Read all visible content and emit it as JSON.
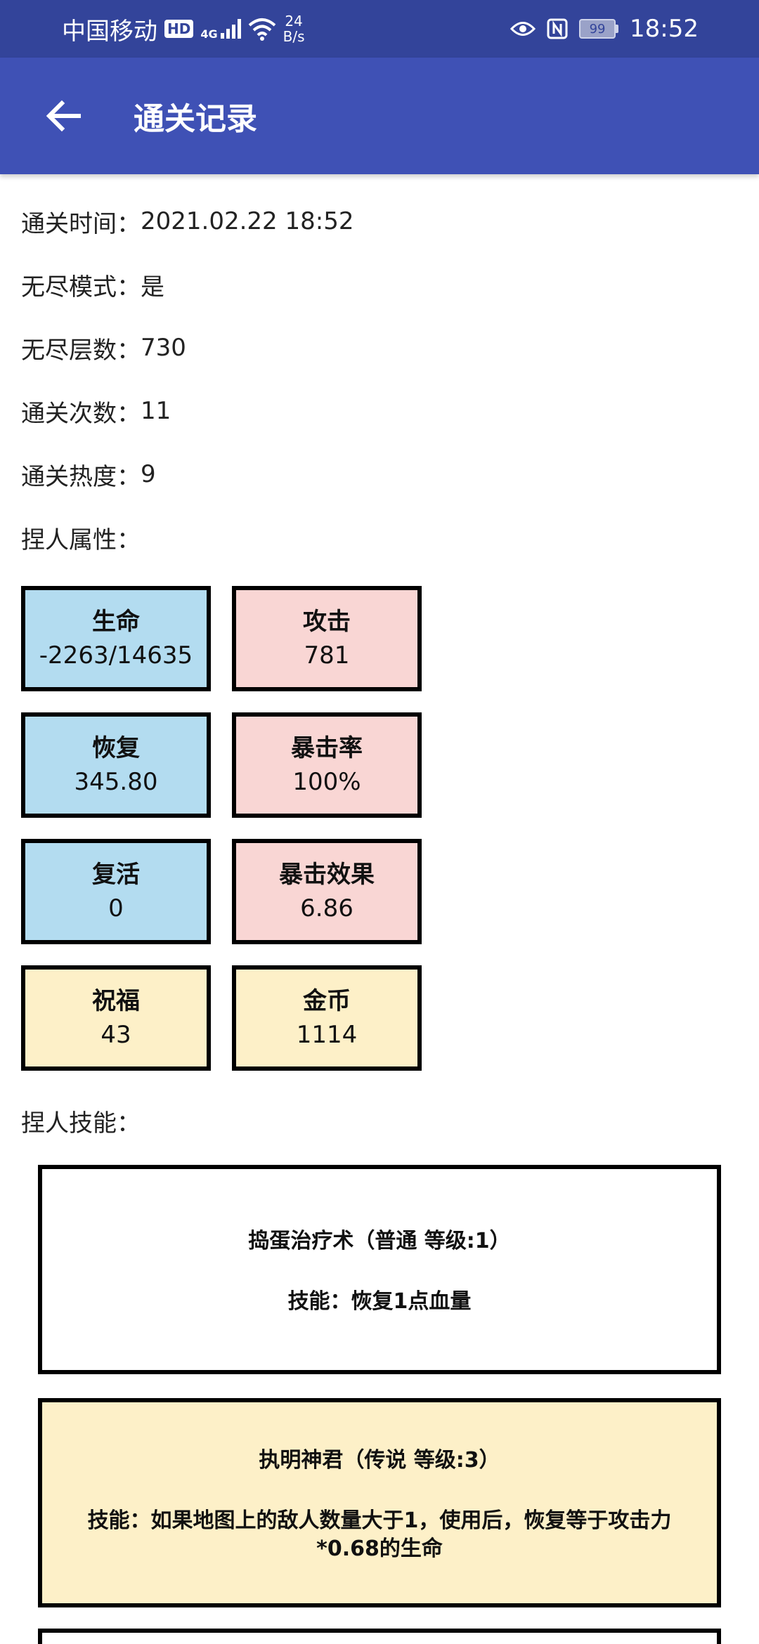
{
  "status_bar": {
    "carrier": "中国移动",
    "hd": "HD",
    "network": "4G",
    "speed_value": "24",
    "speed_unit": "B/s",
    "battery": "99",
    "time": "18:52"
  },
  "app_bar": {
    "title": "通关记录",
    "back_icon": "arrow-left-icon"
  },
  "info": [
    {
      "label": "通关时间：",
      "value": "2021.02.22 18:52"
    },
    {
      "label": "无尽模式：",
      "value": "是"
    },
    {
      "label": "无尽层数：",
      "value": "730"
    },
    {
      "label": "通关次数：",
      "value": "11"
    },
    {
      "label": "通关热度：",
      "value": "9"
    },
    {
      "label": "捏人属性：",
      "value": ""
    }
  ],
  "stats": [
    {
      "name": "生命",
      "value": "-2263/14635",
      "color": "#b3dcf0"
    },
    {
      "name": "攻击",
      "value": "781",
      "color": "#f9d6d4"
    },
    {
      "name": "恢复",
      "value": "345.80",
      "color": "#b3dcf0"
    },
    {
      "name": "暴击率",
      "value": "100%",
      "color": "#f9d6d4"
    },
    {
      "name": "复活",
      "value": "0",
      "color": "#b3dcf0"
    },
    {
      "name": "暴击效果",
      "value": "6.86",
      "color": "#f9d6d4"
    },
    {
      "name": "祝福",
      "value": "43",
      "color": "#fdf0c8"
    },
    {
      "name": "金币",
      "value": "1114",
      "color": "#fdf0c8"
    }
  ],
  "skills_label": "捏人技能：",
  "skills": [
    {
      "title": "捣蛋治疗术（普通 等级:1）",
      "desc": "技能：恢复1点血量"
    },
    {
      "title": "执明神君（传说 等级:3）",
      "desc": "技能：如果地图上的敌人数量大于1，使用后，恢复等于攻击力*0.68的生命"
    }
  ],
  "colors": {
    "status_bar": "#33449a",
    "app_bar": "#3f51b5",
    "stat_blue": "#b3dcf0",
    "stat_pink": "#f9d6d4",
    "stat_yellow": "#fdf0c8"
  }
}
